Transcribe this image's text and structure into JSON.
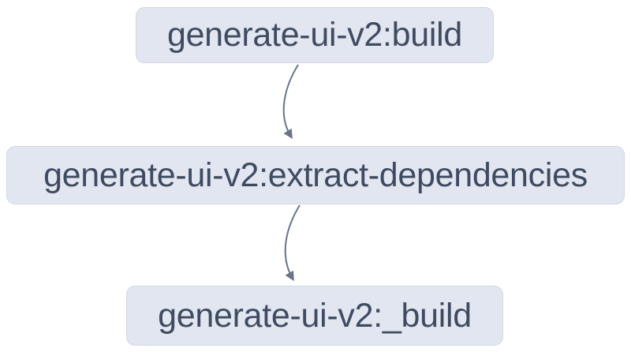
{
  "diagram": {
    "type": "flowchart",
    "direction": "top-down",
    "nodes": [
      {
        "id": "build",
        "label": "generate-ui-v2:build"
      },
      {
        "id": "extract-dependencies",
        "label": "generate-ui-v2:extract-dependencies"
      },
      {
        "id": "_build",
        "label": "generate-ui-v2:_build"
      }
    ],
    "edges": [
      {
        "from": "generate-ui-v2:build",
        "to": "generate-ui-v2:extract-dependencies"
      },
      {
        "from": "generate-ui-v2:extract-dependencies",
        "to": "generate-ui-v2:_build"
      }
    ]
  },
  "colors": {
    "background": "#ffffff",
    "node_fill": "#e2e6f0",
    "node_border": "#d2d7e3",
    "node_text": "#3f4b61",
    "edge": "#6a7488"
  }
}
